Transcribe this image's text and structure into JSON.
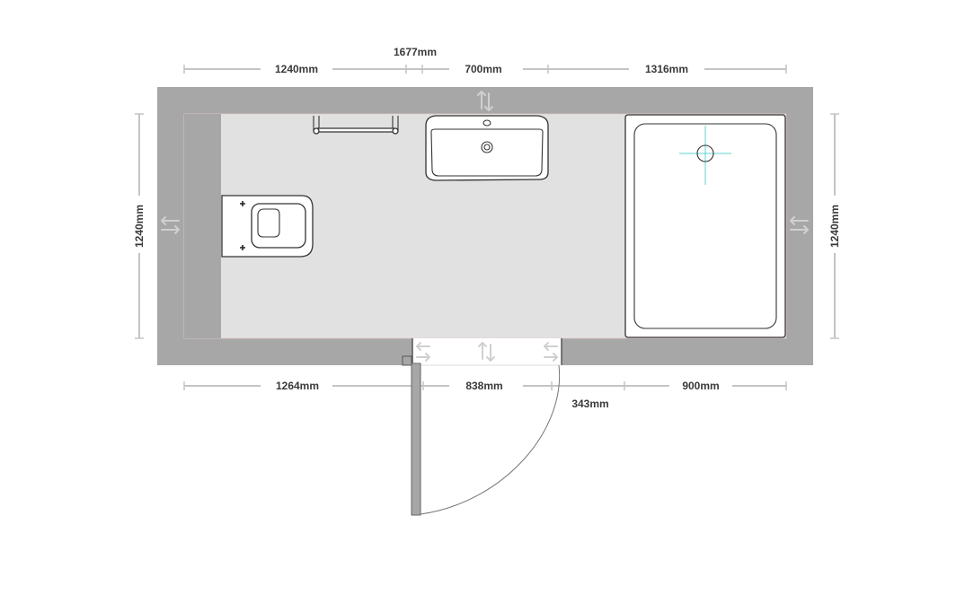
{
  "dimensions": {
    "top_total": "1677mm",
    "top_left": "1240mm",
    "top_middle": "700mm",
    "top_right": "1316mm",
    "left_height": "1240mm",
    "right_height": "1240mm",
    "bottom_left": "1264mm",
    "bottom_door": "838mm",
    "bottom_swing": "343mm",
    "bottom_right": "900mm"
  },
  "colors": {
    "wall": "#a7a7a7",
    "floor": "#e1e1e1",
    "background": "#ffffff",
    "shower_mixer": "#5fd6cf",
    "dimension_line": "#c4c4c4"
  },
  "fixtures": [
    "towel-rail",
    "wash-basin",
    "wall-hung-toilet",
    "shower-tray",
    "door"
  ]
}
